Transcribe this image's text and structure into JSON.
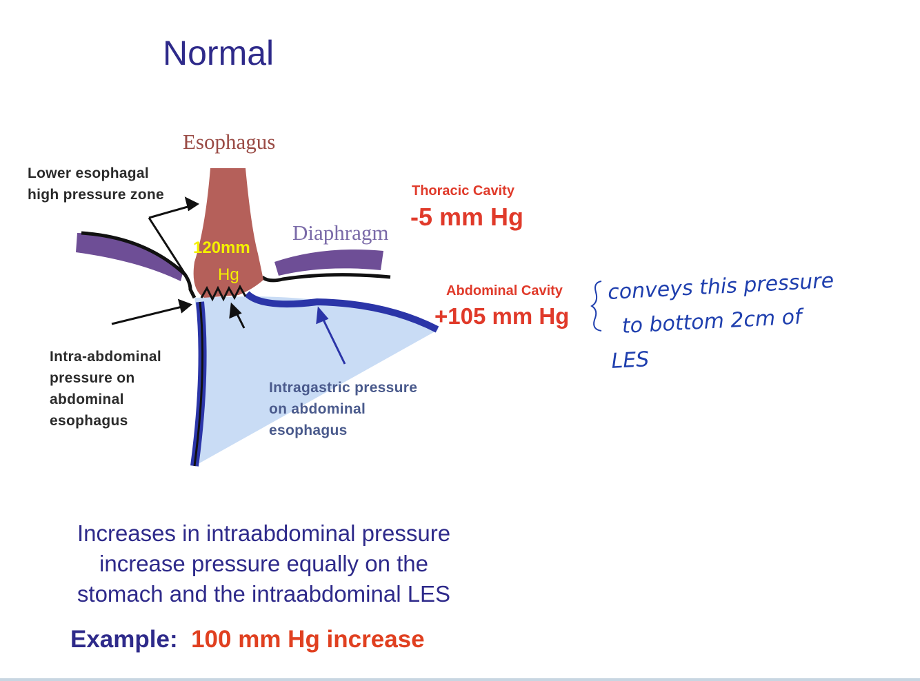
{
  "title": "Normal",
  "diagram": {
    "esophagus_label": "Esophagus",
    "diaphragm_label": "Diaphragm",
    "lower_zone_label": [
      "Lower esophagal",
      "high pressure zone"
    ],
    "intra_abdominal_label": [
      "Intra-abdominal",
      "pressure on",
      "abdominal",
      "esophagus"
    ],
    "intragastric_label": [
      "Intragastric pressure",
      "on abdominal",
      "esophagus"
    ],
    "les_pressure": [
      "120mm",
      "Hg"
    ]
  },
  "cavities": {
    "thoracic": {
      "label": "Thoracic Cavity",
      "value": "-5 mm Hg"
    },
    "abdominal": {
      "label": "Abdominal Cavity",
      "value": "+105 mm Hg"
    }
  },
  "handwritten_note": [
    "conveys this pressure",
    "to bottom 2cm of",
    "LES"
  ],
  "summary": [
    "Increases in intraabdominal pressure",
    "increase pressure equally on the",
    "stomach and the intraabdominal LES"
  ],
  "example": {
    "label": "Example:",
    "value": "100 mm Hg increase"
  },
  "colors": {
    "title": "#2e2a8a",
    "pressure_red": "#e03a2a",
    "esophagus": "#b5605a",
    "diaphragm": "#6e4e96",
    "stomach_fill": "#c9dcf5",
    "stomach_wall": "#2b35a8",
    "handwriting": "#1f3fae",
    "highlight": "#f4f000"
  }
}
